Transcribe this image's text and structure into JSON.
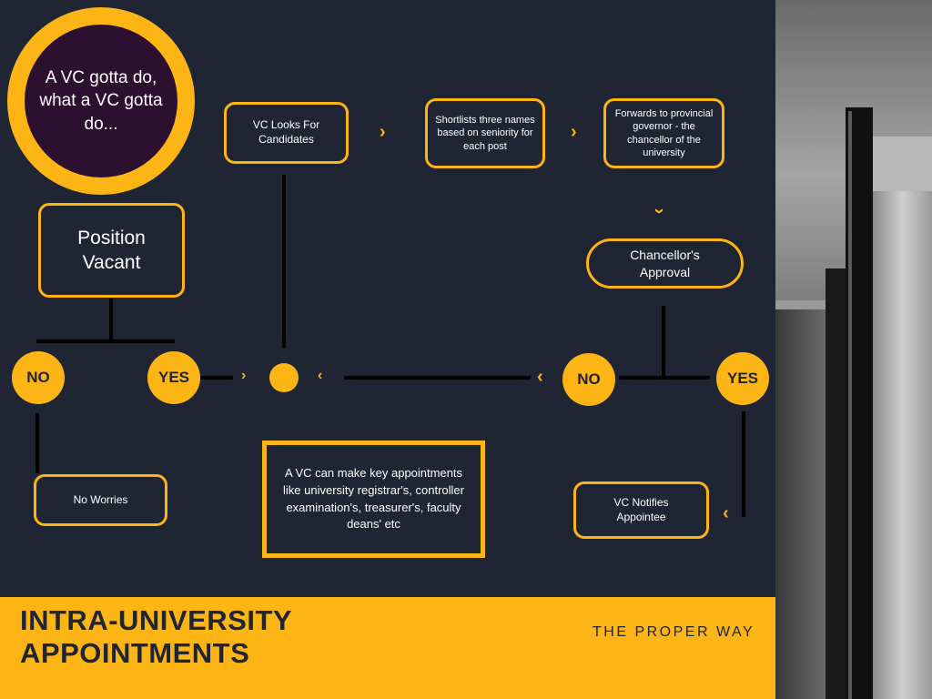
{
  "colors": {
    "accent": "#fdb515",
    "background": "#1f2533",
    "badge_fill": "#2d0f30",
    "line": "#000000"
  },
  "badge": {
    "text": "A VC gotta do, what a VC gotta do..."
  },
  "nodes": {
    "position_vacant": "Position Vacant",
    "vc_looks": "VC Looks For Candidates",
    "shortlists": "Shortlists three names based on seniority for each post",
    "forwards": "Forwards to provincial governor - the chancellor of the university",
    "approval": "Chancellor's Approval",
    "no_worries": "No Worries",
    "notifies": "VC Notifies Appointee",
    "key_appointments": "A VC can make key appointments like  university registrar's, controller examination's, treasurer's, faculty deans' etc"
  },
  "decisions": {
    "no_left": "NO",
    "yes_left": "YES",
    "no_right": "NO",
    "yes_right": "YES"
  },
  "footer": {
    "title": "INTRA-UNIVERSITY APPOINTMENTS",
    "tagline": "THE PROPER WAY"
  },
  "icons": {
    "arrow": "chevron-icon"
  }
}
